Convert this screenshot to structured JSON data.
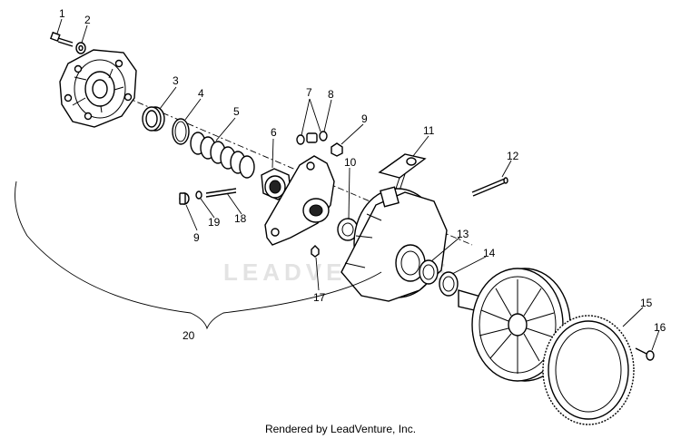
{
  "watermark": "LEADVENTURE",
  "footer": "Rendered by LeadVenture, Inc.",
  "callouts": {
    "c1": "1",
    "c2": "2",
    "c3": "3",
    "c4": "4",
    "c5": "5",
    "c6": "6",
    "c7": "7",
    "c8": "8",
    "c9a": "9",
    "c9b": "9",
    "c10": "10",
    "c11": "11",
    "c12": "12",
    "c13": "13",
    "c14": "14",
    "c15": "15",
    "c16": "16",
    "c17": "17",
    "c18": "18",
    "c19": "19",
    "c20": "20"
  }
}
